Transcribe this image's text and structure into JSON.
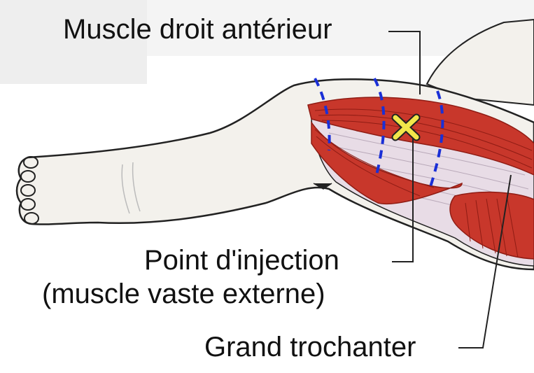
{
  "labels": {
    "rectus": "Muscle droit antérieur",
    "injection_line1": "Point d'injection",
    "injection_line2": "(muscle vaste externe)",
    "trochanter": "Grand trochanter"
  },
  "colors": {
    "skin": "#f3f1ec",
    "outline": "#222222",
    "muscle": "#c8372b",
    "muscle_dark": "#8f1c14",
    "fascia": "#e8dce6",
    "dashes": "#1a2fd6",
    "marker": "#f2e64a"
  },
  "icons": {
    "injection_marker": "x-mark-icon"
  }
}
